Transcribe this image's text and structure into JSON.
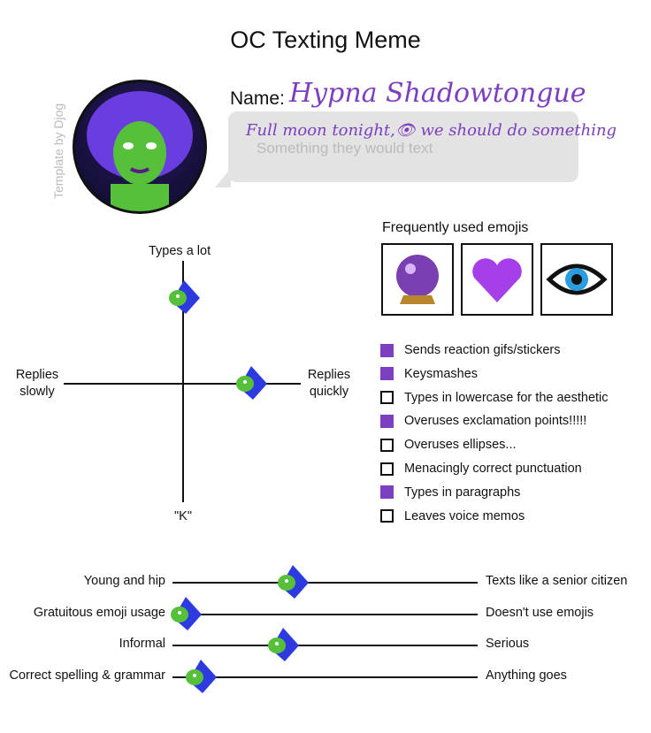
{
  "title": "OC Texting Meme",
  "credit": "Template by Djog",
  "name_label": "Name:",
  "name": "Hypna Shadowtongue",
  "message": "Full moon tonight,",
  "message_emoji": "eye",
  "message_rest": " we should do something",
  "placeholder": "Something they would text",
  "emojis": {
    "title": "Frequently used emojis",
    "items": [
      "crystal-ball",
      "purple-heart",
      "eye"
    ]
  },
  "checklist": [
    {
      "label": "Sends reaction gifs/stickers",
      "checked": true
    },
    {
      "label": "Keysmashes",
      "checked": true
    },
    {
      "label": "Types in lowercase for the aesthetic",
      "checked": false
    },
    {
      "label": "Overuses exclamation points!!!!!",
      "checked": true
    },
    {
      "label": "Overuses ellipses...",
      "checked": false
    },
    {
      "label": "Menacingly correct punctuation",
      "checked": false
    },
    {
      "label": "Types in paragraphs",
      "checked": true
    },
    {
      "label": "Leaves voice memos",
      "checked": false
    }
  ],
  "quadrant": {
    "top": "Types a lot",
    "bottom": "\"K\"",
    "left": "Replies\nslowly",
    "right": "Replies\nquickly",
    "markers": [
      {
        "x": 0,
        "y": 0.7
      },
      {
        "x": 0.57,
        "y": 0
      }
    ]
  },
  "sliders": [
    {
      "left": "Young and hip",
      "right": "Texts like a senior citizen",
      "value": 0.39
    },
    {
      "left": "Gratuitous emoji usage",
      "right": "Doesn't use emojis",
      "value": 0.04
    },
    {
      "left": "Informal",
      "right": "Serious",
      "value": 0.36
    },
    {
      "left": "Correct spelling & grammar",
      "right": "Anything goes",
      "value": 0.09
    }
  ],
  "colors": {
    "accent": "#7b3fc0"
  }
}
